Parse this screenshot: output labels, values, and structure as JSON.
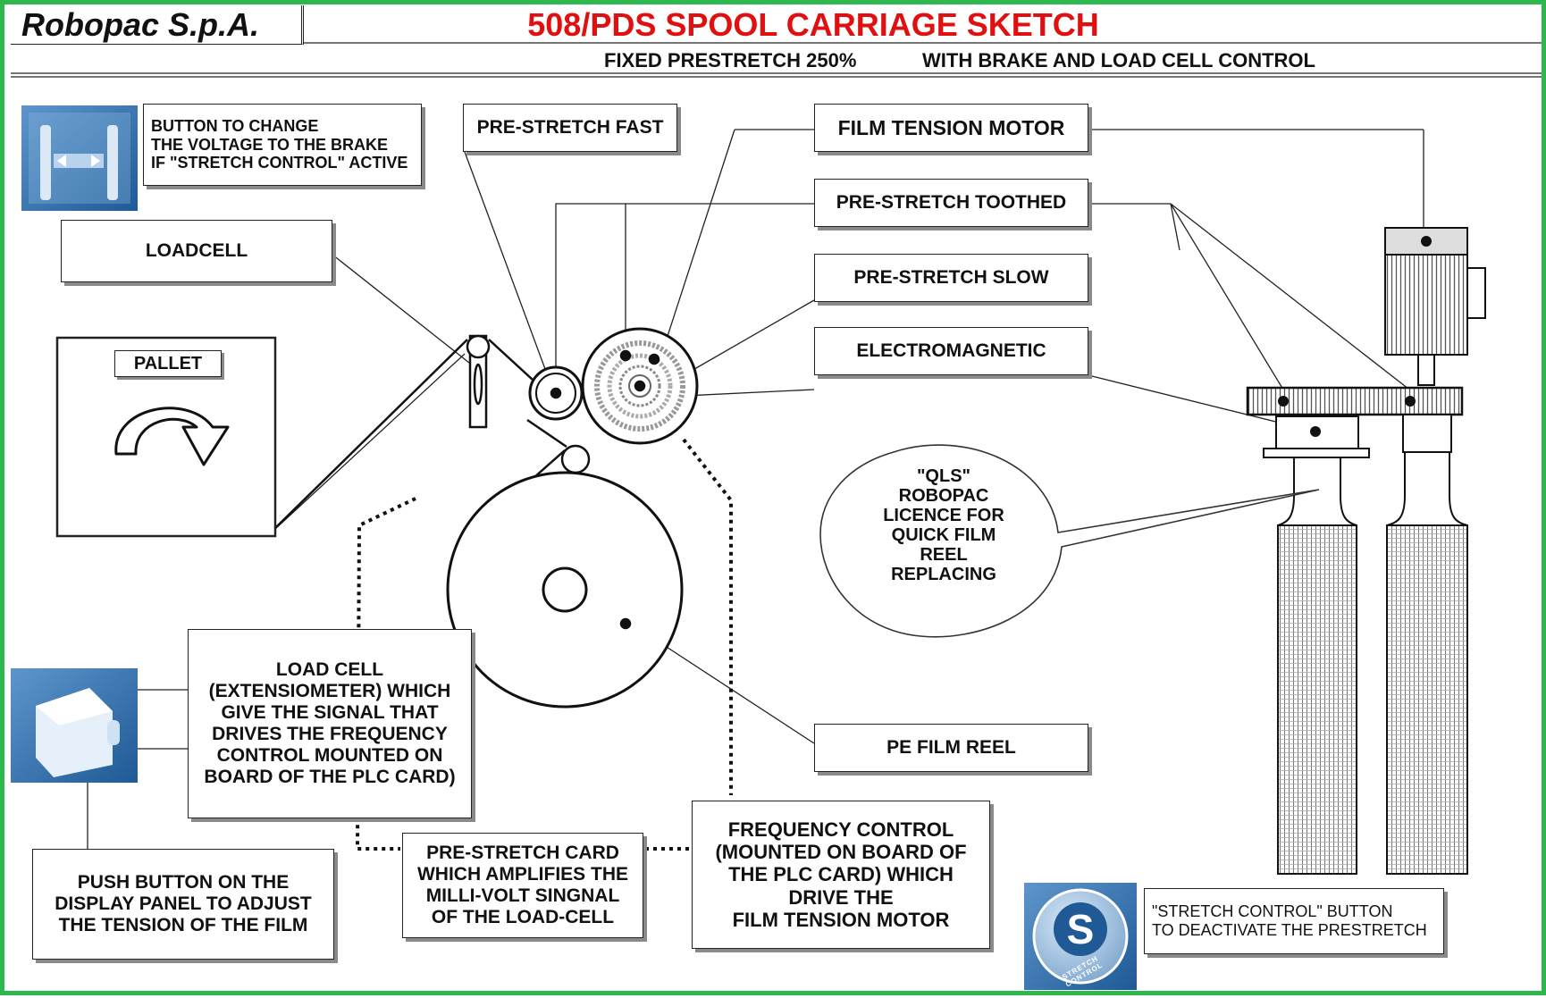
{
  "header": {
    "company": "Robopac S.p.A.",
    "title": "508/PDS SPOOL CARRIAGE SKETCH",
    "subtitle_left": "FIXED PRESTRETCH 250%",
    "subtitle_right": "WITH BRAKE AND LOAD CELL CONTROL"
  },
  "labels": {
    "button_change_voltage": "BUTTON TO CHANGE\nTHE VOLTAGE TO THE BRAKE\nIF \"STRETCH CONTROL\" ACTIVE",
    "loadcell": "LOADCELL",
    "pallet": "PALLET",
    "prestretch_fast": "PRE-STRETCH FAST",
    "film_tension_motor": "FILM TENSION MOTOR",
    "prestretch_toothed": "PRE-STRETCH TOOTHED",
    "prestretch_slow": "PRE-STRETCH SLOW",
    "electromagnetic": "ELECTROMAGNETIC",
    "qls_licence": "\"QLS\"\nROBOPAC\nLICENCE FOR\nQUICK FILM\nREEL\nREPLACING",
    "pe_film_reel": "PE FILM REEL",
    "load_cell_desc": "LOAD CELL\n(EXTENSIOMETER) WHICH\nGIVE THE SIGNAL THAT\nDRIVES THE FREQUENCY\nCONTROL MOUNTED ON\nBOARD OF THE PLC CARD)",
    "push_button_desc": "PUSH BUTTON ON THE\nDISPLAY PANEL TO ADJUST\nTHE TENSION OF THE FILM",
    "prestretch_card_desc": "PRE-STRETCH CARD\nWHICH AMPLIFIES THE\nMILLI-VOLT SINGNAL\nOF THE LOAD-CELL",
    "frequency_control_desc": "FREQUENCY CONTROL\n(MOUNTED ON BOARD OF\nTHE PLC CARD) WHICH\nDRIVE THE\nFILM TENSION MOTOR",
    "stretch_control_button": "\"STRETCH CONTROL\" BUTTON\nTO DEACTIVATE THE PRESTRETCH"
  },
  "icons": {
    "stretch_logo_letter": "S",
    "stretch_logo_ring_text": "STRETCH CONTROL"
  },
  "colors": {
    "frame": "#2db84d",
    "title": "#e01010",
    "icon_blue": "#3d78b8"
  }
}
